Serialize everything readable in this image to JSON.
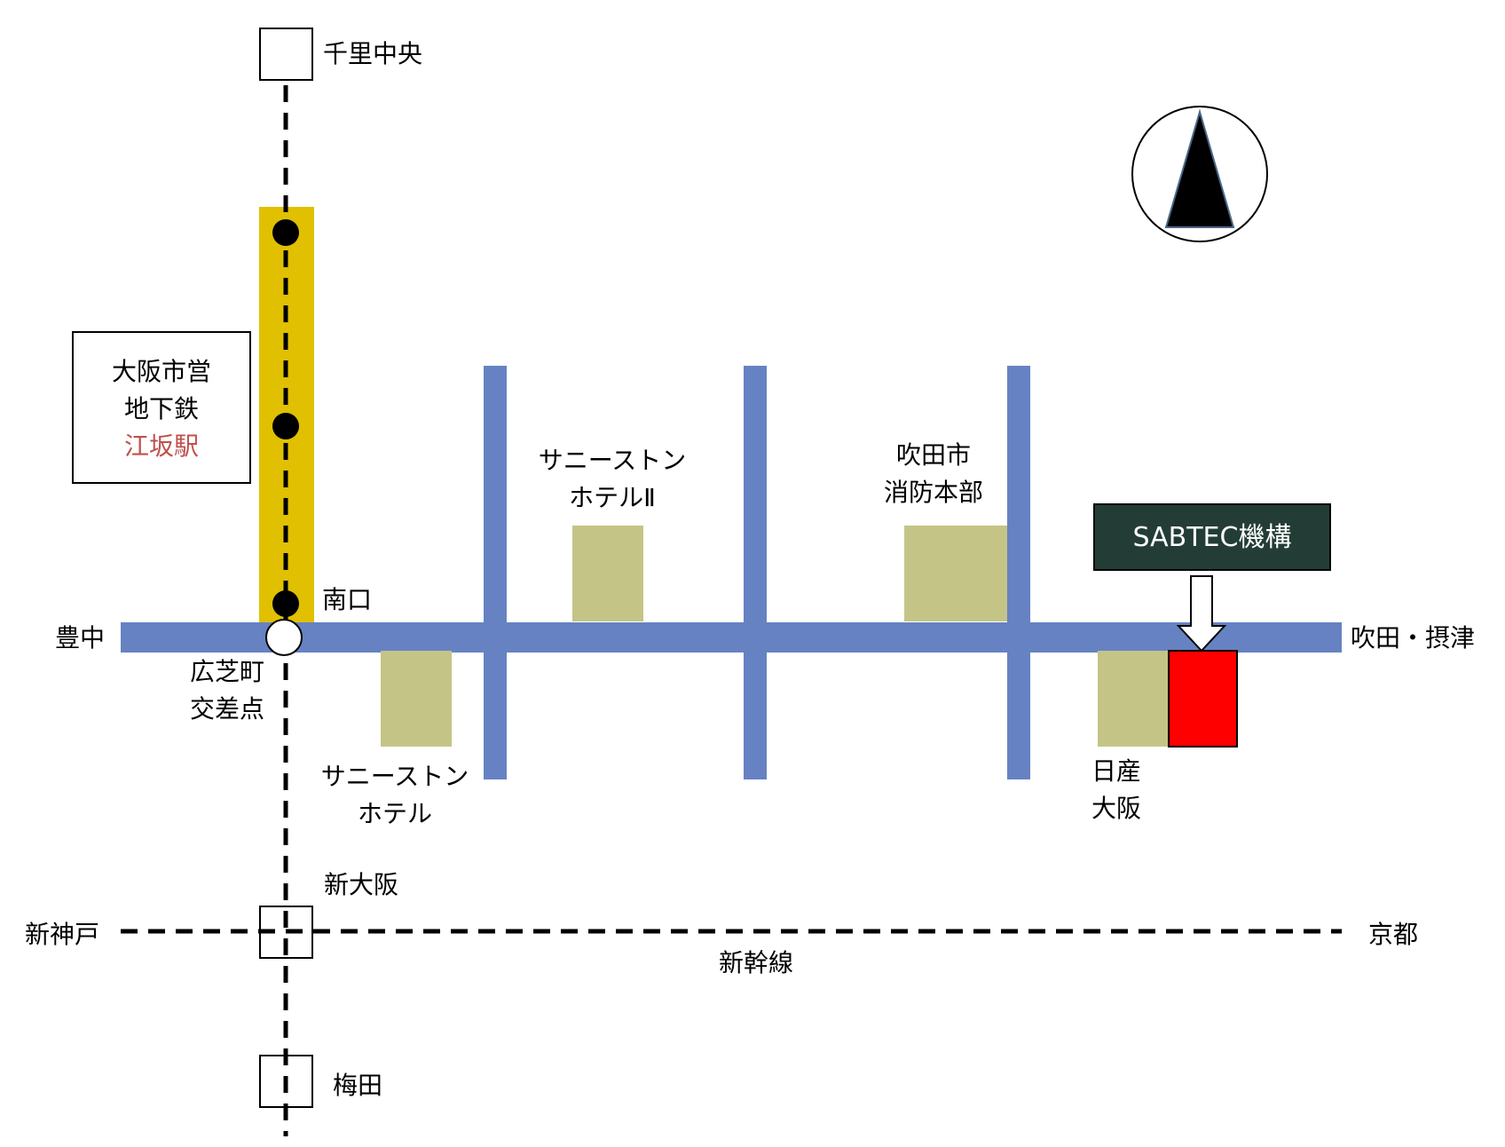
{
  "colors": {
    "road": "#6682c2",
    "subway_band": "#e0c000",
    "building": "#c4c487",
    "target": "#ff0000",
    "sign_bg": "#233d36",
    "line": "#000000"
  },
  "stations": {
    "senri_chuo": "千里中央",
    "shin_osaka": "新大阪",
    "umeda": "梅田",
    "minamiguchi": "南口"
  },
  "subway_box": {
    "line1": "大阪市営",
    "line2": "地下鉄",
    "line3": "江坂駅"
  },
  "roads": {
    "toyonaka": "豊中",
    "suita_settsu": "吹田・摂津",
    "intersection_line1": "広芝町",
    "intersection_line2": "交差点"
  },
  "landmarks": {
    "sunny_stone_2_line1": "サニーストン",
    "sunny_stone_2_line2": "ホテルⅡ",
    "sunny_stone_line1": "サニーストン",
    "sunny_stone_line2": "ホテル",
    "fire_dept_line1": "吹田市",
    "fire_dept_line2": "消防本部",
    "nissan_line1": "日産",
    "nissan_line2": "大阪"
  },
  "target_sign": "SABTEC機構",
  "shinkansen": {
    "name": "新幹線",
    "west": "新神戸",
    "east": "京都"
  },
  "icons": {
    "compass": "north-arrow-icon"
  }
}
